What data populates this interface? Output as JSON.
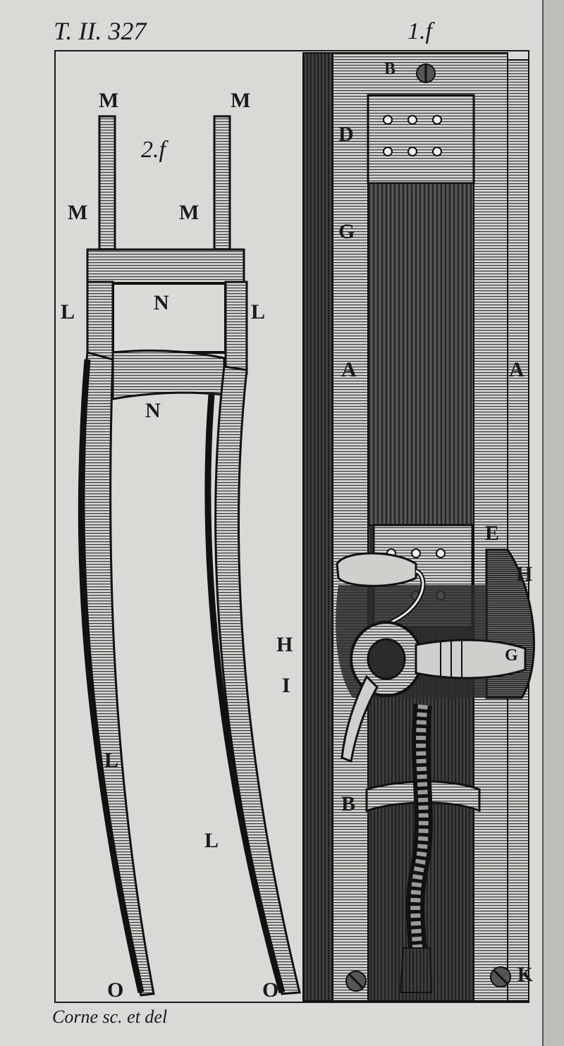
{
  "header": {
    "plate_number": "T. II. 327"
  },
  "figures": [
    {
      "id": "fig-2",
      "label": "2.f"
    },
    {
      "id": "fig-1",
      "label": "1.f"
    }
  ],
  "credit": "Corne sc. et del",
  "fig2_letters": {
    "M_tl": "M",
    "M_tr": "M",
    "M_ml": "M",
    "M_mr": "M",
    "L_ul": "L",
    "L_ur": "L",
    "N_top": "N",
    "N_mid": "N",
    "L_low1": "L",
    "L_low2": "L",
    "O_left": "O",
    "O_right": "O"
  },
  "fig1_letters": {
    "B_top": "B",
    "D": "D",
    "G_upper": "G",
    "A_left": "A",
    "A_right": "A",
    "E": "E",
    "H_right": "H",
    "H_left": "H",
    "I": "I",
    "G_handle": "G",
    "B_lower": "B",
    "K": "K"
  },
  "colors": {
    "paper": "#d9d9d6",
    "ink": "#1a1a1a"
  }
}
